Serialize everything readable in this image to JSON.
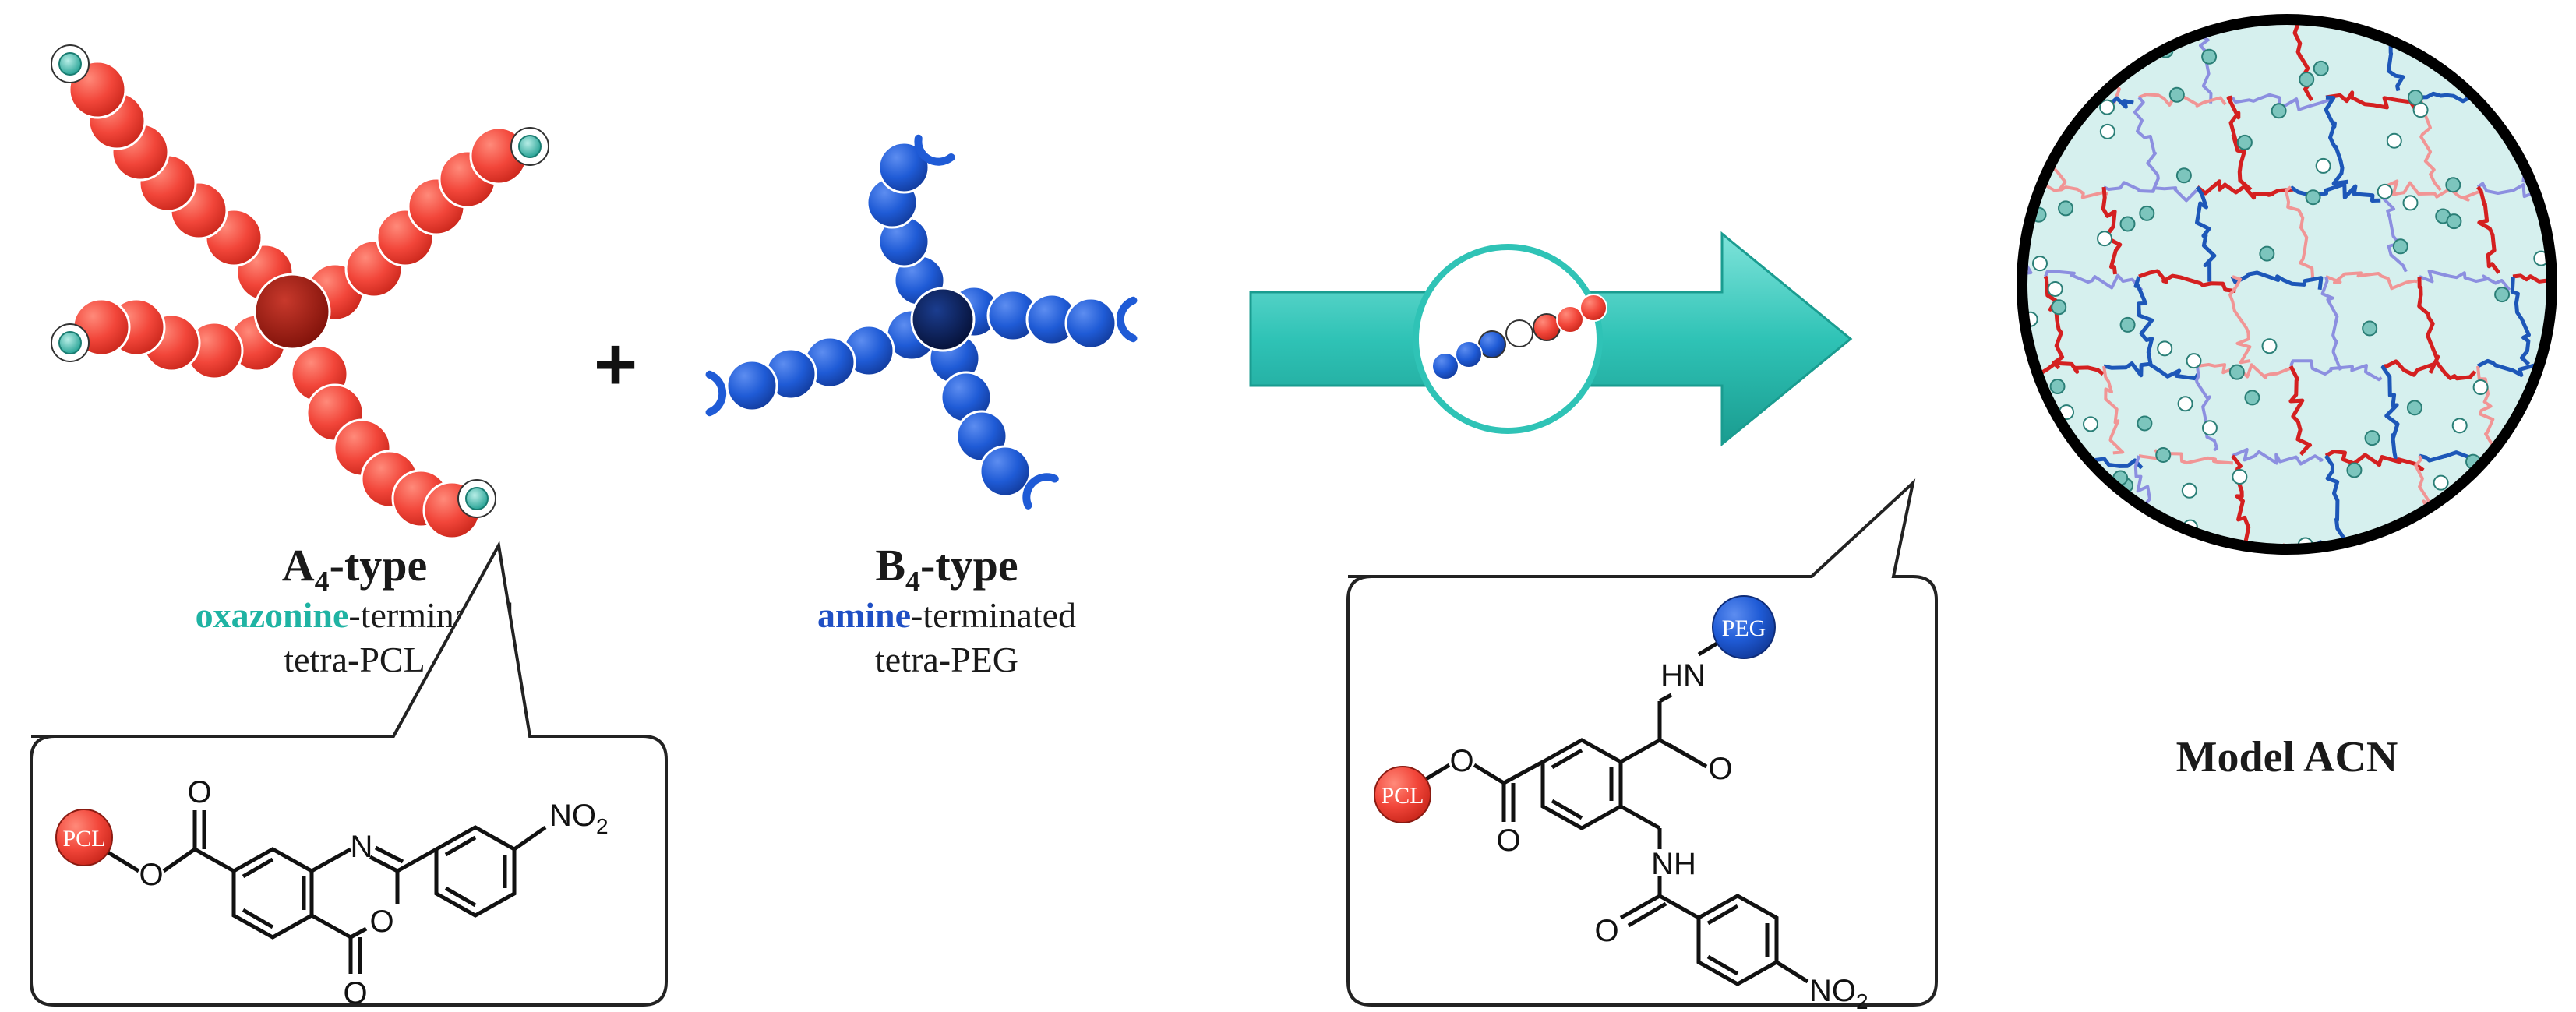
{
  "plus_sign": "+",
  "a4": {
    "title": "A",
    "title_sub": "4",
    "title_suffix": "-type",
    "keyword": "oxazonine",
    "keyword_suffix": "-terminated",
    "line2": "tetra-PCL",
    "color_bead": "#f2463a",
    "color_core": "#a81d12"
  },
  "b4": {
    "title": "B",
    "title_sub": "4",
    "title_suffix": "-type",
    "keyword": "amine",
    "keyword_suffix": "-terminated",
    "line2": "tetra-PEG",
    "color_bead": "#1f5bd6",
    "color_core": "#0b1f5a"
  },
  "arrow_color": "#32c9bd",
  "network": {
    "label": "Model ACN",
    "bg_color": "#d6f0ee",
    "strand_colors": [
      "#d42020",
      "#1d57b8",
      "#f19595",
      "#8c8fe0"
    ],
    "node_color": "#7cc5bd"
  },
  "structure_left": {
    "pcl_label": "PCL",
    "atoms": {
      "o_carbonyl1": "O",
      "o_ester": "O",
      "n": "N",
      "o_ring": "O",
      "o_carbonyl2": "O",
      "no2": "NO",
      "no2_sub": "2"
    }
  },
  "structure_right": {
    "pcl_label": "PCL",
    "peg_label": "PEG",
    "atoms": {
      "o_ester": "O",
      "o_carbonyl1": "O",
      "hn": "HN",
      "o_amide1": "O",
      "nh": "NH",
      "o_amide2": "O",
      "no2": "NO",
      "no2_sub": "2"
    }
  }
}
